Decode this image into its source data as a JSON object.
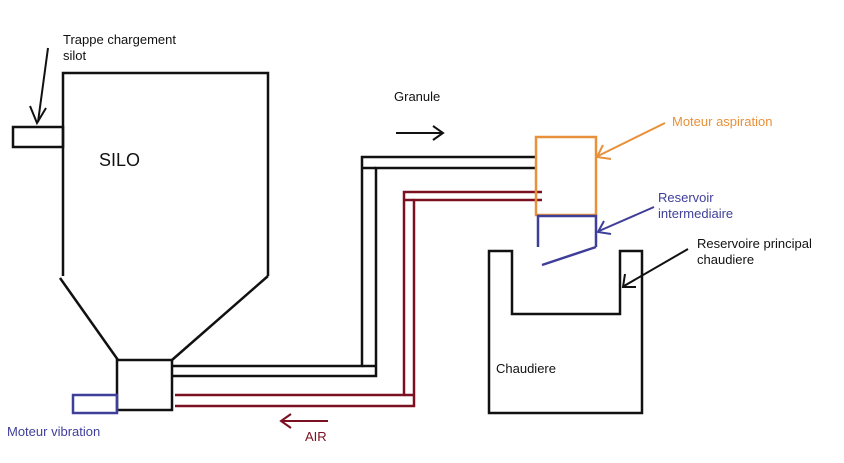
{
  "labels": {
    "trappe_line1": "Trappe  chargement",
    "trappe_line2": "silot",
    "silo": "SILO",
    "granule": "Granule",
    "moteur_aspiration": "Moteur  aspiration",
    "reservoir_inter_line1": "Reservoir",
    "reservoir_inter_line2": "intermediaire",
    "reservoir_principal_line1": "Reservoire  principal",
    "reservoir_principal_line2": "chaudiere",
    "chaudiere": "Chaudiere",
    "moteur_vibration": "Moteur  vibration",
    "air": "AIR"
  },
  "colors": {
    "black": "#111111",
    "orange": "#e8913a",
    "blue": "#3f3f9a",
    "maroon": "#7a1020"
  }
}
